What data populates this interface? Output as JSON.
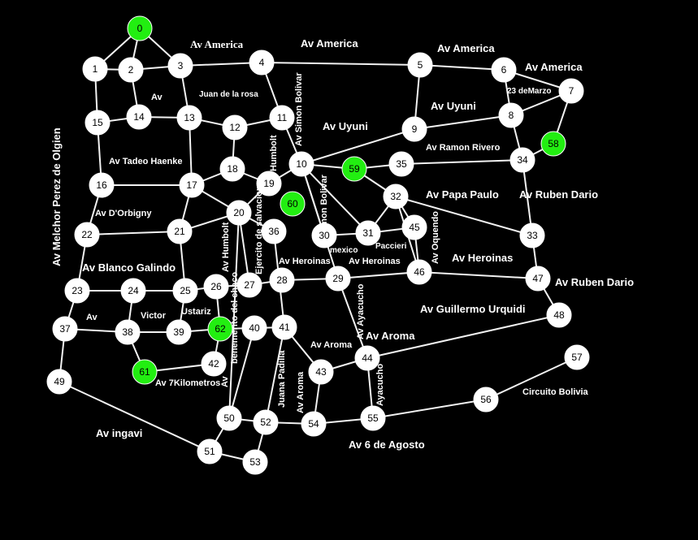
{
  "colors": {
    "background": "#000000",
    "edge": "#f2f2f2",
    "node": "#ffffff",
    "highlight_node": "#22ee11",
    "label": "#ffffff",
    "node_text": "#000000"
  },
  "nodes": [
    {
      "id": "0",
      "highlight": true
    },
    {
      "id": "1"
    },
    {
      "id": "2"
    },
    {
      "id": "3"
    },
    {
      "id": "4"
    },
    {
      "id": "5"
    },
    {
      "id": "6"
    },
    {
      "id": "7"
    },
    {
      "id": "8"
    },
    {
      "id": "9"
    },
    {
      "id": "10"
    },
    {
      "id": "11"
    },
    {
      "id": "12"
    },
    {
      "id": "13"
    },
    {
      "id": "14"
    },
    {
      "id": "15"
    },
    {
      "id": "16"
    },
    {
      "id": "17"
    },
    {
      "id": "18"
    },
    {
      "id": "19"
    },
    {
      "id": "20"
    },
    {
      "id": "21"
    },
    {
      "id": "22"
    },
    {
      "id": "23"
    },
    {
      "id": "24"
    },
    {
      "id": "25"
    },
    {
      "id": "26"
    },
    {
      "id": "27"
    },
    {
      "id": "28"
    },
    {
      "id": "29"
    },
    {
      "id": "30"
    },
    {
      "id": "31"
    },
    {
      "id": "32"
    },
    {
      "id": "33"
    },
    {
      "id": "34"
    },
    {
      "id": "35"
    },
    {
      "id": "36"
    },
    {
      "id": "37"
    },
    {
      "id": "38"
    },
    {
      "id": "39"
    },
    {
      "id": "40"
    },
    {
      "id": "41"
    },
    {
      "id": "42"
    },
    {
      "id": "43"
    },
    {
      "id": "44"
    },
    {
      "id": "45"
    },
    {
      "id": "46"
    },
    {
      "id": "47"
    },
    {
      "id": "48"
    },
    {
      "id": "49"
    },
    {
      "id": "50"
    },
    {
      "id": "51"
    },
    {
      "id": "52"
    },
    {
      "id": "53"
    },
    {
      "id": "54"
    },
    {
      "id": "55"
    },
    {
      "id": "56"
    },
    {
      "id": "57"
    },
    {
      "id": "58",
      "highlight": true
    },
    {
      "id": "59",
      "highlight": true
    },
    {
      "id": "60",
      "highlight": true
    },
    {
      "id": "61",
      "highlight": true
    },
    {
      "id": "62",
      "highlight": true
    }
  ],
  "edges": [
    [
      "0",
      "1"
    ],
    [
      "0",
      "2"
    ],
    [
      "0",
      "3"
    ],
    [
      "1",
      "2"
    ],
    [
      "2",
      "3"
    ],
    [
      "3",
      "4"
    ],
    [
      "4",
      "5"
    ],
    [
      "5",
      "6"
    ],
    [
      "6",
      "7"
    ],
    [
      "1",
      "15"
    ],
    [
      "2",
      "14"
    ],
    [
      "3",
      "13"
    ],
    [
      "4",
      "11"
    ],
    [
      "5",
      "9"
    ],
    [
      "6",
      "8"
    ],
    [
      "7",
      "8"
    ],
    [
      "15",
      "14"
    ],
    [
      "14",
      "13"
    ],
    [
      "13",
      "12"
    ],
    [
      "12",
      "11"
    ],
    [
      "12",
      "18"
    ],
    [
      "11",
      "10"
    ],
    [
      "9",
      "10"
    ],
    [
      "9",
      "8"
    ],
    [
      "15",
      "16"
    ],
    [
      "16",
      "17"
    ],
    [
      "13",
      "17"
    ],
    [
      "17",
      "18"
    ],
    [
      "18",
      "19"
    ],
    [
      "19",
      "10"
    ],
    [
      "19",
      "20"
    ],
    [
      "17",
      "20"
    ],
    [
      "10",
      "59"
    ],
    [
      "59",
      "35"
    ],
    [
      "35",
      "34"
    ],
    [
      "8",
      "34"
    ],
    [
      "58",
      "34"
    ],
    [
      "7",
      "58"
    ],
    [
      "10",
      "30"
    ],
    [
      "10",
      "31"
    ],
    [
      "59",
      "32"
    ],
    [
      "32",
      "31"
    ],
    [
      "32",
      "45"
    ],
    [
      "32",
      "33"
    ],
    [
      "34",
      "33"
    ],
    [
      "20",
      "21"
    ],
    [
      "16",
      "22"
    ],
    [
      "22",
      "21"
    ],
    [
      "21",
      "17"
    ],
    [
      "30",
      "31"
    ],
    [
      "31",
      "45"
    ],
    [
      "45",
      "46"
    ],
    [
      "32",
      "46"
    ],
    [
      "22",
      "23"
    ],
    [
      "23",
      "24"
    ],
    [
      "24",
      "25"
    ],
    [
      "25",
      "26"
    ],
    [
      "26",
      "27"
    ],
    [
      "27",
      "28"
    ],
    [
      "28",
      "29"
    ],
    [
      "29",
      "46"
    ],
    [
      "46",
      "47"
    ],
    [
      "33",
      "47"
    ],
    [
      "20",
      "27"
    ],
    [
      "20",
      "36"
    ],
    [
      "36",
      "41"
    ],
    [
      "10",
      "29"
    ],
    [
      "29",
      "44"
    ],
    [
      "23",
      "37"
    ],
    [
      "37",
      "38"
    ],
    [
      "38",
      "39"
    ],
    [
      "39",
      "62"
    ],
    [
      "62",
      "40"
    ],
    [
      "40",
      "41"
    ],
    [
      "24",
      "38"
    ],
    [
      "25",
      "39"
    ],
    [
      "21",
      "25"
    ],
    [
      "26",
      "62"
    ],
    [
      "62",
      "42"
    ],
    [
      "42",
      "61"
    ],
    [
      "38",
      "61"
    ],
    [
      "37",
      "49"
    ],
    [
      "41",
      "43"
    ],
    [
      "43",
      "44"
    ],
    [
      "44",
      "48"
    ],
    [
      "47",
      "48"
    ],
    [
      "44",
      "55"
    ],
    [
      "43",
      "54"
    ],
    [
      "41",
      "52"
    ],
    [
      "40",
      "50"
    ],
    [
      "20",
      "50"
    ],
    [
      "50",
      "52"
    ],
    [
      "52",
      "54"
    ],
    [
      "54",
      "55"
    ],
    [
      "55",
      "56"
    ],
    [
      "56",
      "57"
    ],
    [
      "49",
      "51"
    ],
    [
      "50",
      "51"
    ],
    [
      "51",
      "53"
    ],
    [
      "52",
      "53"
    ]
  ],
  "streets": [
    {
      "text": "Av America"
    },
    {
      "text": "Av America"
    },
    {
      "text": "Av America"
    },
    {
      "text": "Av America"
    },
    {
      "text": "Juan de la rosa"
    },
    {
      "text": "Av"
    },
    {
      "text": "23 deMarzo"
    },
    {
      "text": "Av Uyuni"
    },
    {
      "text": "Av Uyuni"
    },
    {
      "text": "Av Simon Bolivar"
    },
    {
      "text": "Humbolt"
    },
    {
      "text": "Av Ramon Rivero"
    },
    {
      "text": "Av Tadeo Haenke"
    },
    {
      "text": "simon Bolivar"
    },
    {
      "text": "Av Papa Paulo"
    },
    {
      "text": "Av Ruben Dario"
    },
    {
      "text": "Ejercito de salvacion"
    },
    {
      "text": "Av D'Orbigny"
    },
    {
      "text": "Av Oquendo"
    },
    {
      "text": "Av Humbolt"
    },
    {
      "text": "mexico"
    },
    {
      "text": "Paccieri"
    },
    {
      "text": "Av Heroinas"
    },
    {
      "text": "Av Heroinas"
    },
    {
      "text": "Av Heroinas"
    },
    {
      "text": "Av Blanco Galindo"
    },
    {
      "text": "Av Ruben Dario"
    },
    {
      "text": "benemerito del chaco"
    },
    {
      "text": "Av Ayacucho"
    },
    {
      "text": "Ustariz"
    },
    {
      "text": "Av Guillermo Urquidi"
    },
    {
      "text": "Av"
    },
    {
      "text": "Victor"
    },
    {
      "text": "Av Aroma"
    },
    {
      "text": "Av Aroma"
    },
    {
      "text": "Av 7Kilometros"
    },
    {
      "text": "Av"
    },
    {
      "text": "Juana Padilla"
    },
    {
      "text": "Av Aroma"
    },
    {
      "text": "Ayacucho"
    },
    {
      "text": "Circuito Bolivia"
    },
    {
      "text": "Av ingavi"
    },
    {
      "text": "Av 6 de Agosto"
    },
    {
      "text": "Av Melchor Perez de Olgien"
    }
  ]
}
